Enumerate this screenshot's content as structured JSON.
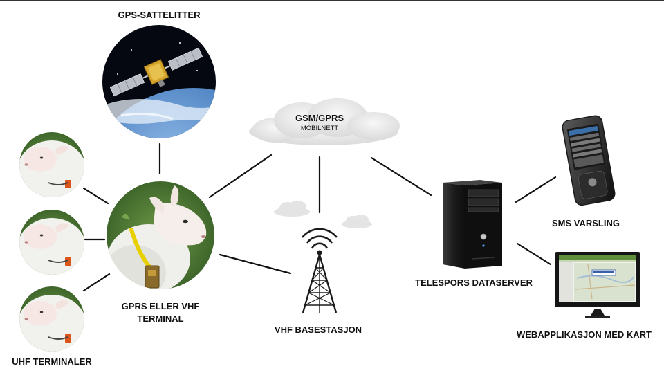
{
  "labels": {
    "gps_satellites": "GPS-SATTELITTER",
    "gsm_gprs": "GSM/GPRS",
    "mobile_network": "MOBILNETT",
    "sms_alert": "SMS VARSLING",
    "terminal_line1": "GPRS ELLER VHF",
    "terminal_line2": "TERMINAL",
    "uhf_terminals": "UHF TERMINALER",
    "vhf_base_station": "VHF BASESTASJON",
    "data_server": "TELESPORS DATASERVER",
    "web_app": "WEBAPPLIKASJON MED KART"
  },
  "colors": {
    "connector": "#111111",
    "collar": "#e8d000",
    "space": "#050810",
    "earth": "#3a73b8",
    "grass": "#3c6b2a",
    "cloud": "#e7e7e7",
    "tag_orange": "#d9551a"
  },
  "icons": [
    "satellite-icon",
    "sheep-icon",
    "cloud-icon",
    "radio-tower-icon",
    "server-icon",
    "smartphone-icon",
    "monitor-icon"
  ]
}
